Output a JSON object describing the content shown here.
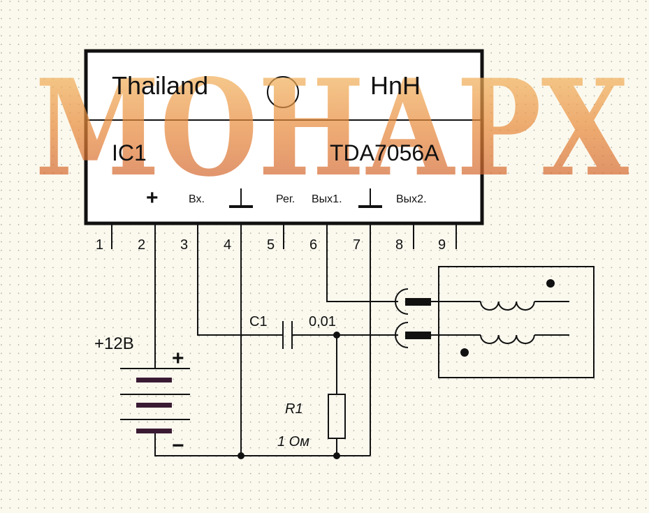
{
  "watermark": "МОНАРХ",
  "ic": {
    "top_left": "Thailand",
    "top_right": "HnH",
    "name": "IC1",
    "part": "TDA7056A",
    "pin_functions": [
      "+",
      "Вх.",
      "Рег.",
      "Вых1.",
      "Вых2."
    ],
    "pins": [
      "1",
      "2",
      "3",
      "4",
      "5",
      "6",
      "7",
      "8",
      "9"
    ]
  },
  "battery": {
    "label": "+12В",
    "plus": "+",
    "minus": "−"
  },
  "capacitor": {
    "name": "C1",
    "value": "0,01"
  },
  "resistor": {
    "name": "R1",
    "value": "1 Ом"
  },
  "colors": {
    "background": "#fbf9ee",
    "line": "#111111",
    "battery_plate": "#3a1a33",
    "watermark": "#e8893a"
  }
}
